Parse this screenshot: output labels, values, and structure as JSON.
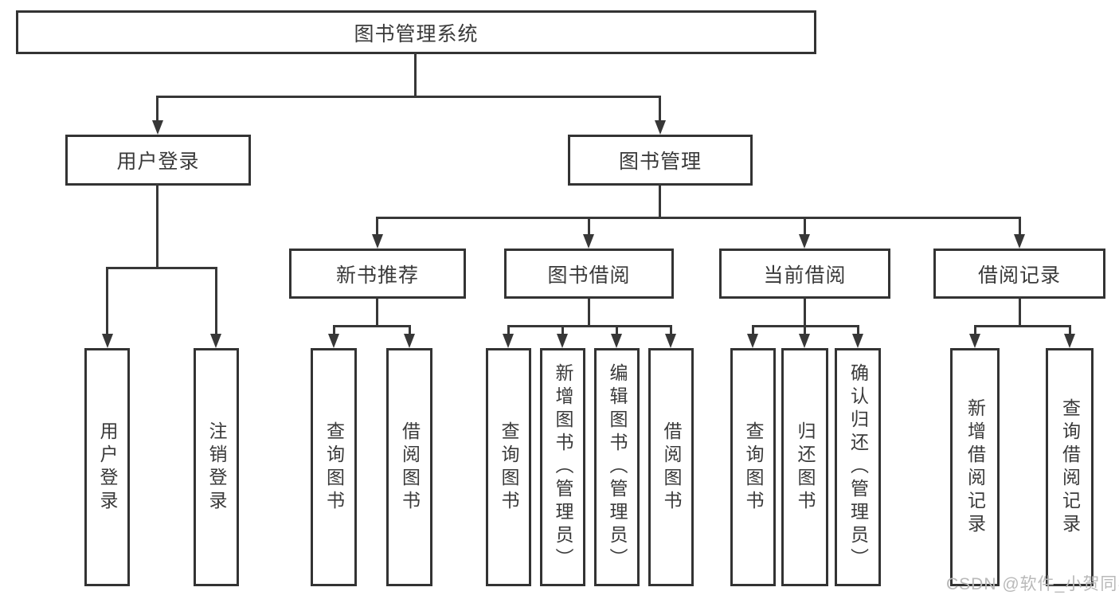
{
  "colors": {
    "line": "#373737",
    "box_border": "#333333",
    "text": "#3a3a3a",
    "watermark": "#b9b9b9",
    "background": "#ffffff"
  },
  "watermark": {
    "text": "CSDN @软件_小贺同学"
  },
  "tree": {
    "root": {
      "label": "图书管理系统"
    },
    "branches": [
      {
        "label": "用户登录",
        "children": [
          {
            "label": "用户登录"
          },
          {
            "label": "注销登录"
          }
        ]
      },
      {
        "label": "图书管理",
        "children": [
          {
            "label": "新书推荐",
            "children": [
              {
                "label": "查询图书"
              },
              {
                "label": "借阅图书"
              }
            ]
          },
          {
            "label": "图书借阅",
            "children": [
              {
                "label": "查询图书"
              },
              {
                "label": "新增图书（管理员）"
              },
              {
                "label": "编辑图书（管理员）"
              },
              {
                "label": "借阅图书"
              }
            ]
          },
          {
            "label": "当前借阅",
            "children": [
              {
                "label": "查询图书"
              },
              {
                "label": "归还图书"
              },
              {
                "label": "确认归还（管理员）"
              }
            ]
          },
          {
            "label": "借阅记录",
            "children": [
              {
                "label": "新增借阅记录"
              },
              {
                "label": "查询借阅记录"
              }
            ]
          }
        ]
      }
    ]
  }
}
